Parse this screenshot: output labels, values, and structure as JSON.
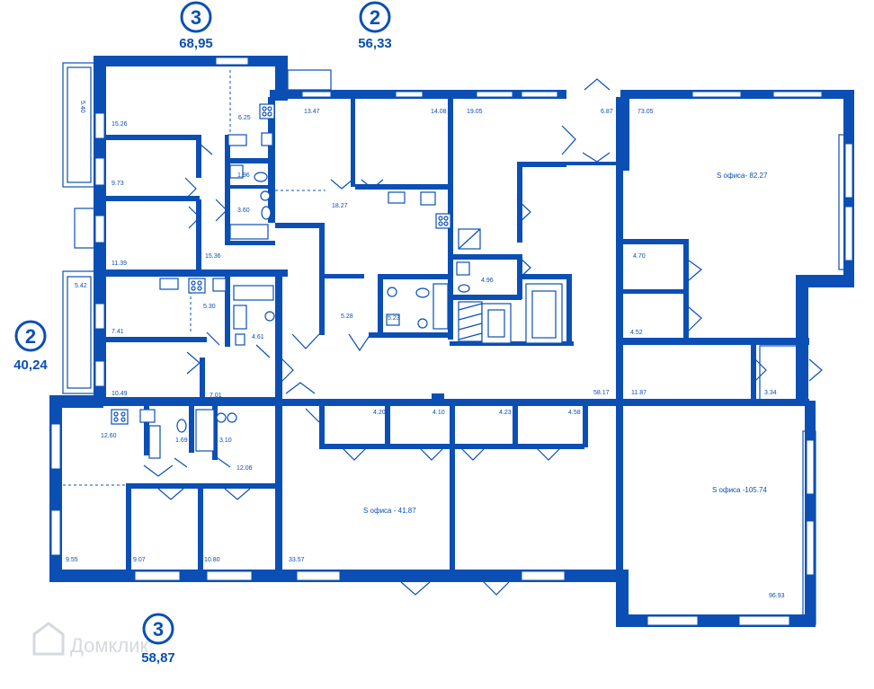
{
  "apartments": [
    {
      "rooms": "3",
      "area": "68,95"
    },
    {
      "rooms": "2",
      "area": "56,33"
    },
    {
      "rooms": "2",
      "area": "40,24"
    },
    {
      "rooms": "3",
      "area": "58,87"
    }
  ],
  "offices": {
    "office_a": "S офиса- 82.27",
    "office_b": "S офиса - 41.87",
    "office_c": "S офиса -105.74"
  },
  "rooms": {
    "r1526": "15.26",
    "r625": "6.25",
    "r196": "1.96",
    "r973": "9.73",
    "r360": "3.60",
    "r1139": "11.39",
    "r1536": "15.36",
    "r1347": "13.47",
    "r1408": "14.08",
    "r1827": "18.27",
    "r1905": "19.05",
    "r687": "6.87",
    "r7305": "73.05",
    "r496": "4.96",
    "r528": "5.28",
    "r523": "5.23",
    "r470": "4.70",
    "r452": "4.52",
    "r542": "5.42",
    "r741": "7.41",
    "r530": "5.30",
    "r461": "4.61",
    "r1049": "10.49",
    "r701": "7.01",
    "r5817": "58.17",
    "r1187": "11.87",
    "r334": "3.34",
    "r1260": "12.60",
    "r169": "1.69",
    "r310": "3.10",
    "r1206": "12.06",
    "r420": "4.20",
    "r410": "4.10",
    "r423": "4.23",
    "r458": "4.58",
    "r955": "9.55",
    "r907": "9.07",
    "r1080": "10.80",
    "r3357": "33.57",
    "r9693": "96.93",
    "r540": "5.40"
  },
  "watermark": "Домклик"
}
